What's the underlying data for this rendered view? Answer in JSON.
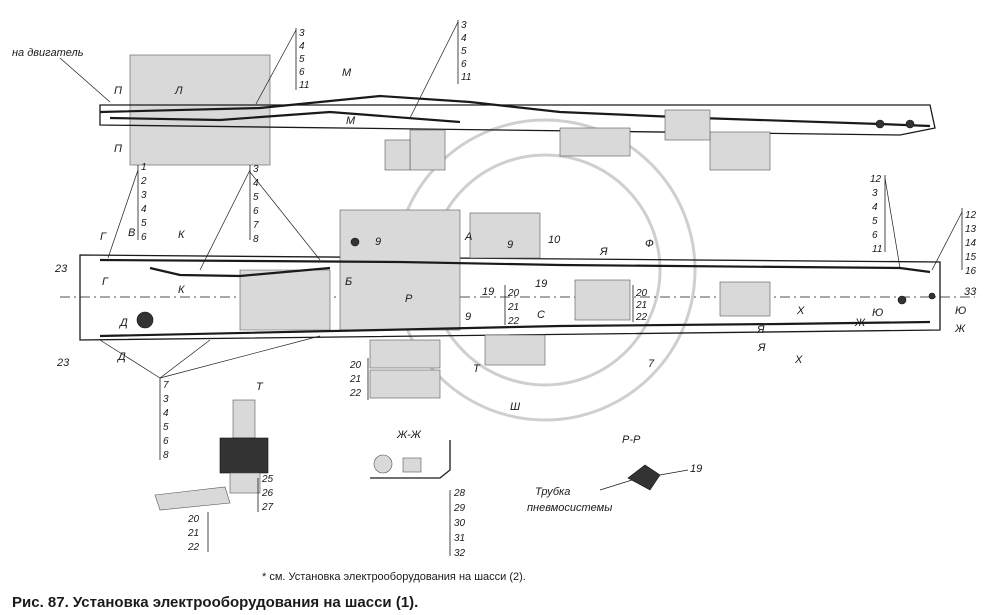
{
  "labels": {
    "engine": "на двигатель",
    "sec_P": "П",
    "sec_L": "Л",
    "sec_M": "М",
    "sec_G": "Г",
    "sec_V": "В",
    "sec_K": "К",
    "sec_D": "Д",
    "sec_B": "Б",
    "sec_A": "А",
    "sec_F": "Ф",
    "sec_R": "Р",
    "sec_S": "С",
    "sec_Ya": "Я",
    "sec_Kh": "Х",
    "sec_Zh": "Ж",
    "sec_Yu": "Ю",
    "sec_T": "Т",
    "sec_Sh": "Ш"
  },
  "callouts": {
    "top1": [
      "3",
      "4",
      "5",
      "6",
      "11"
    ],
    "top2": [
      "3",
      "4",
      "5",
      "6",
      "11"
    ],
    "left1": [
      "1",
      "2",
      "3",
      "4",
      "5",
      "6"
    ],
    "left2": [
      "3",
      "4",
      "5",
      "6",
      "7",
      "8"
    ],
    "right1": [
      "12",
      "3",
      "4",
      "5",
      "6",
      "11"
    ],
    "right2": [
      "12",
      "13",
      "14",
      "15",
      "16"
    ],
    "bottom_left": [
      "7",
      "3",
      "4",
      "5",
      "6",
      "8"
    ],
    "mid": [
      "20",
      "21",
      "22"
    ],
    "mid2": [
      "20",
      "21",
      "22"
    ],
    "lower": [
      "20",
      "21",
      "22"
    ],
    "t_parts": [
      "25",
      "26",
      "27"
    ],
    "t_bottom": [
      "20",
      "21",
      "22"
    ],
    "zh_parts": [
      "28",
      "29",
      "30",
      "31",
      "32"
    ],
    "singles": {
      "n9a": "9",
      "n9b": "9",
      "n9c": "9",
      "n10": "10",
      "n19a": "19",
      "n19b": "19",
      "n7": "7",
      "n23a": "23",
      "n23b": "23",
      "n33": "33",
      "n19rr": "19"
    }
  },
  "sections": {
    "zh_zh": "Ж-Ж",
    "r_r": "Р-Р",
    "pipe": "Трубка",
    "pipe2": "пневмосистемы"
  },
  "footnote": "* см. Установка электрооборудования на шасси (2).",
  "caption": "Рис. 87. Установка электрооборудования на шасси (1)."
}
